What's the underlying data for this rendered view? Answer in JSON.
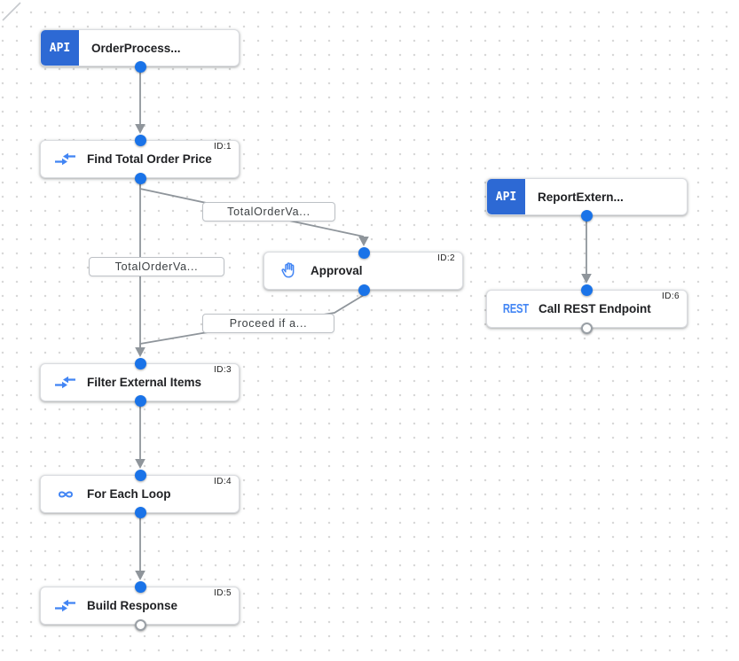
{
  "canvas": {
    "background": "#ffffff",
    "grid_dot_color": "#d8d8d8"
  },
  "colors": {
    "port_blue": "#1a73e8",
    "icon_blue": "#4285f4",
    "trigger_badge_blue": "#2d69d4",
    "node_border": "#dadce0",
    "edge_gray": "#8f959b",
    "label_border": "#bdc1c6",
    "title_text": "#202124"
  },
  "nodes": {
    "order_trigger": {
      "badge": "API",
      "title": "OrderProcess..."
    },
    "find_total_order_price": {
      "title": "Find Total Order Price",
      "id_label": "ID:1",
      "icon": "data-mapping-icon"
    },
    "approval": {
      "title": "Approval",
      "id_label": "ID:2",
      "icon": "pan-tool-hand-icon"
    },
    "filter_external_items": {
      "title": "Filter External Items",
      "id_label": "ID:3",
      "icon": "data-mapping-icon"
    },
    "for_each_loop": {
      "title": "For Each Loop",
      "id_label": "ID:4",
      "icon": "infinity-loop-icon"
    },
    "build_response": {
      "title": "Build Response",
      "id_label": "ID:5",
      "icon": "data-mapping-icon"
    },
    "report_trigger": {
      "badge": "API",
      "title": "ReportExtern..."
    },
    "call_rest_endpoint": {
      "title": "Call REST Endpoint",
      "id_label": "ID:6",
      "icon_text": "REST"
    }
  },
  "edge_labels": {
    "find_to_approval": "TotalOrderVa...",
    "find_to_filter": "TotalOrderVa...",
    "approval_to_filter": "Proceed if a..."
  }
}
